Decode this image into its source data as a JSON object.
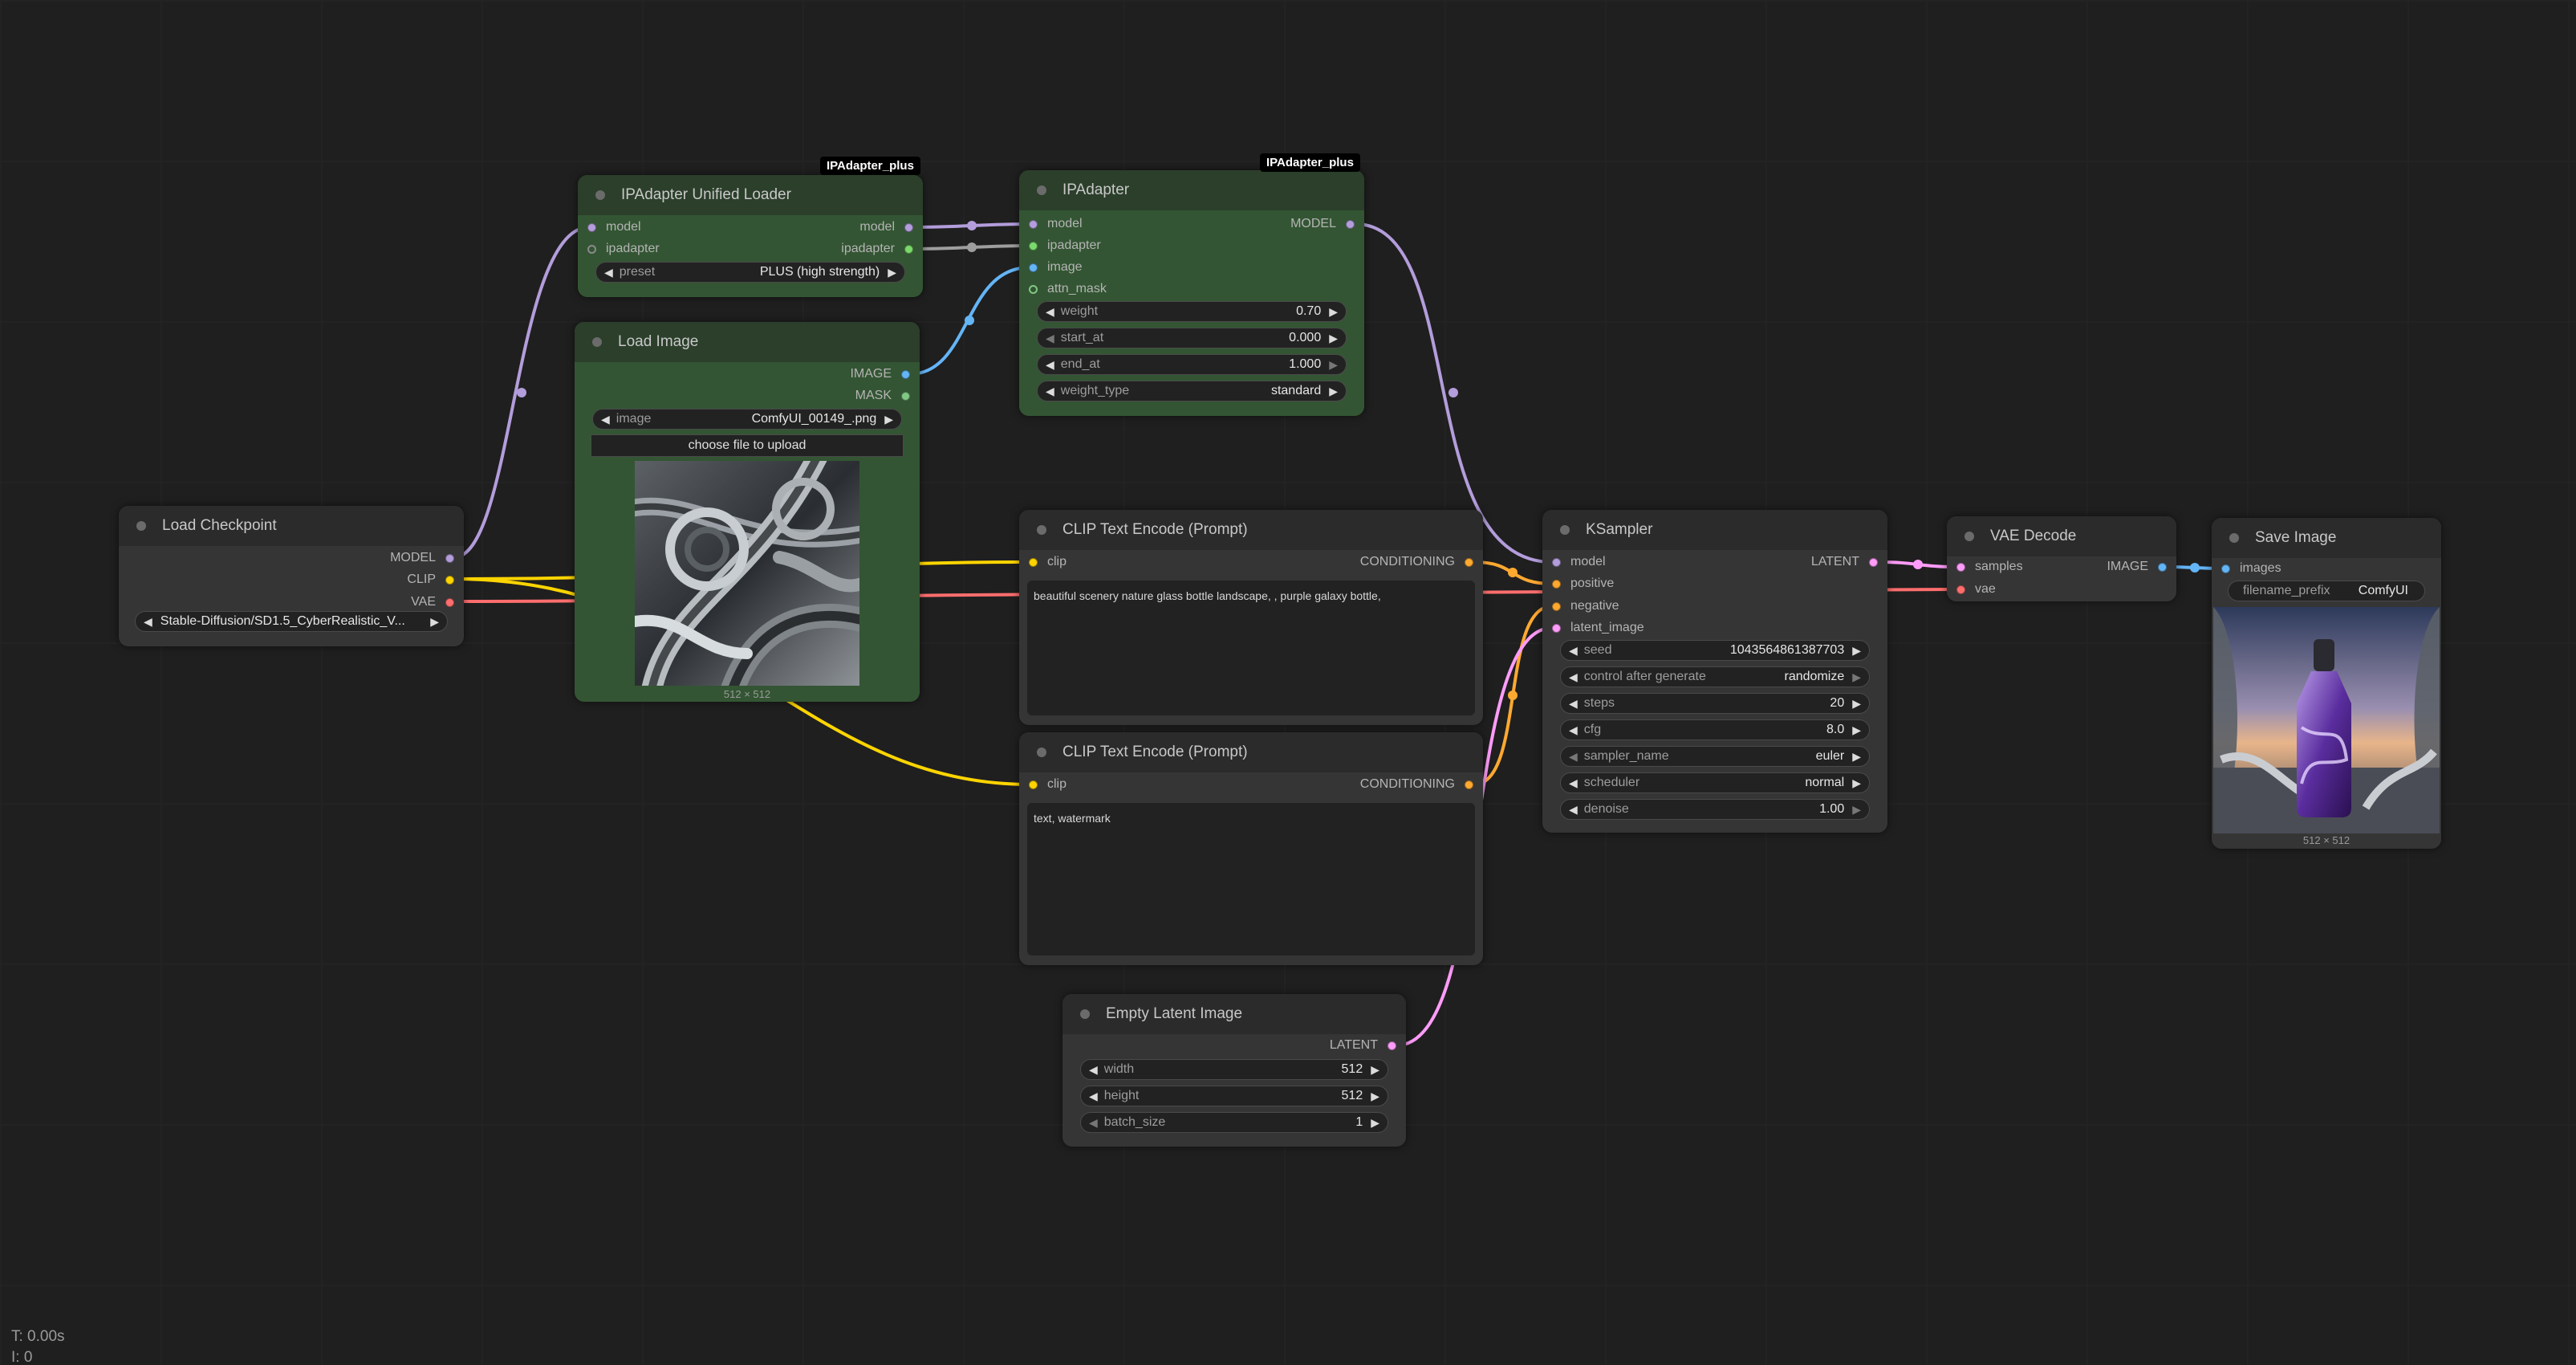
{
  "nodes": {
    "load_checkpoint": {
      "title": "Load Checkpoint",
      "outputs": [
        "MODEL",
        "CLIP",
        "VAE"
      ],
      "ckpt_name": "Stable-Diffusion/SD1.5_CyberRealistic_V..."
    },
    "ipadapter_loader": {
      "badge": "IPAdapter_plus",
      "title": "IPAdapter Unified Loader",
      "inputs": [
        "model",
        "ipadapter"
      ],
      "outputs": [
        "model",
        "ipadapter"
      ],
      "preset_label": "preset",
      "preset_value": "PLUS (high strength)"
    },
    "load_image": {
      "title": "Load Image",
      "outputs": [
        "IMAGE",
        "MASK"
      ],
      "image_label": "image",
      "image_value": "ComfyUI_00149_.png",
      "upload_label": "choose file to upload",
      "size": "512 × 512"
    },
    "ipadapter": {
      "badge": "IPAdapter_plus",
      "title": "IPAdapter",
      "inputs": [
        "model",
        "ipadapter",
        "image",
        "attn_mask"
      ],
      "outputs": [
        "MODEL"
      ],
      "widgets": [
        {
          "label": "weight",
          "value": "0.70"
        },
        {
          "label": "start_at",
          "value": "0.000"
        },
        {
          "label": "end_at",
          "value": "1.000"
        },
        {
          "label": "weight_type",
          "value": "standard"
        }
      ]
    },
    "clip_pos": {
      "title": "CLIP Text Encode (Prompt)",
      "input": "clip",
      "output": "CONDITIONING",
      "text": "beautiful scenery nature glass bottle landscape, , purple galaxy bottle,"
    },
    "clip_neg": {
      "title": "CLIP Text Encode (Prompt)",
      "input": "clip",
      "output": "CONDITIONING",
      "text": "text, watermark"
    },
    "empty_latent": {
      "title": "Empty Latent Image",
      "output": "LATENT",
      "widgets": [
        {
          "label": "width",
          "value": "512"
        },
        {
          "label": "height",
          "value": "512"
        },
        {
          "label": "batch_size",
          "value": "1"
        }
      ]
    },
    "ksampler": {
      "title": "KSampler",
      "inputs": [
        "model",
        "positive",
        "negative",
        "latent_image"
      ],
      "output": "LATENT",
      "widgets": [
        {
          "label": "seed",
          "value": "1043564861387703"
        },
        {
          "label": "control after generate",
          "value": "randomize"
        },
        {
          "label": "steps",
          "value": "20"
        },
        {
          "label": "cfg",
          "value": "8.0"
        },
        {
          "label": "sampler_name",
          "value": "euler"
        },
        {
          "label": "scheduler",
          "value": "normal"
        },
        {
          "label": "denoise",
          "value": "1.00"
        }
      ]
    },
    "vae_decode": {
      "title": "VAE Decode",
      "inputs": [
        "samples",
        "vae"
      ],
      "output": "IMAGE"
    },
    "save_image": {
      "title": "Save Image",
      "input": "images",
      "prefix_label": "filename_prefix",
      "prefix_value": "ComfyUI",
      "size": "512 × 512"
    }
  },
  "stats": {
    "time": "T: 0.00s",
    "line2": "I: 0"
  },
  "colors": {
    "model": "#b39ddb",
    "clip": "#ffd500",
    "vae": "#ff6e6e",
    "image": "#64b5f6",
    "latent": "#ff9cf9",
    "conditioning": "#ffa931",
    "mask": "#81c784",
    "ipadapter": "#9e9e9e"
  }
}
